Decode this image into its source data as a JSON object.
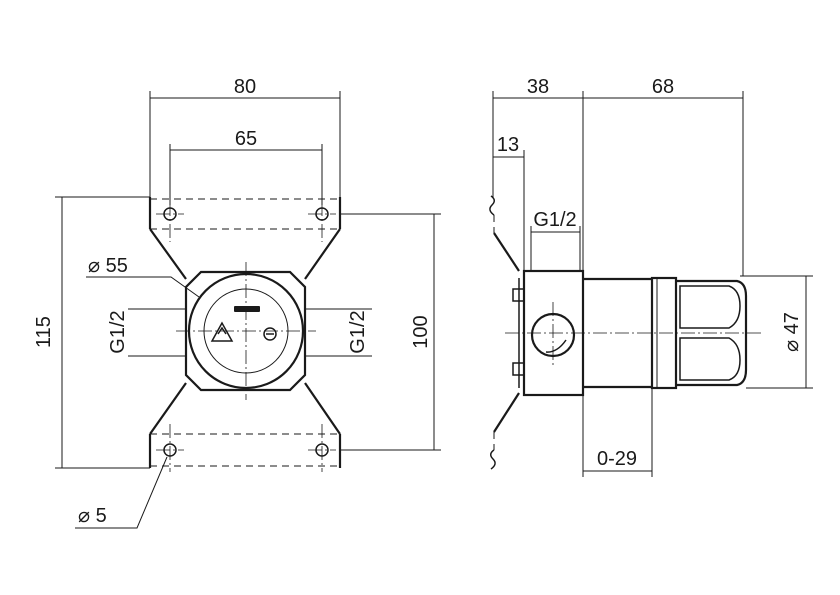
{
  "front_view": {
    "dim_outer_width": "80",
    "dim_hole_spacing_x": "65",
    "dim_body_diameter": "⌀ 55",
    "dim_outer_height": "115",
    "dim_hole_spacing_y": "100",
    "port_left": "G1/2",
    "port_right": "G1/2",
    "dim_hole_diameter": "⌀ 5"
  },
  "side_view": {
    "dim_front_depth": "38",
    "dim_rear_depth": "68",
    "dim_wall_offset": "13",
    "port_thread": "G1/2",
    "dim_nut_diameter": "⌀ 47",
    "dim_adjust_range": "0-29"
  },
  "colors": {
    "line": "#1a1a1a",
    "background": "#ffffff"
  }
}
